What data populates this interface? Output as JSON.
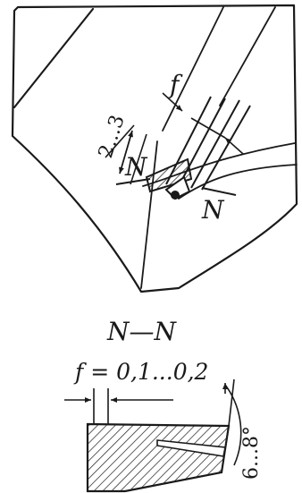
{
  "labels": {
    "f_top": "f",
    "dim_2_3": "2...3",
    "n_left": "N",
    "n_right": "N",
    "section_title": "N—N",
    "f_formula": "f = 0,1...0,2",
    "angle": "6...8°"
  },
  "colors": {
    "ink": "#1a1a1a",
    "paper": "#ffffff"
  }
}
